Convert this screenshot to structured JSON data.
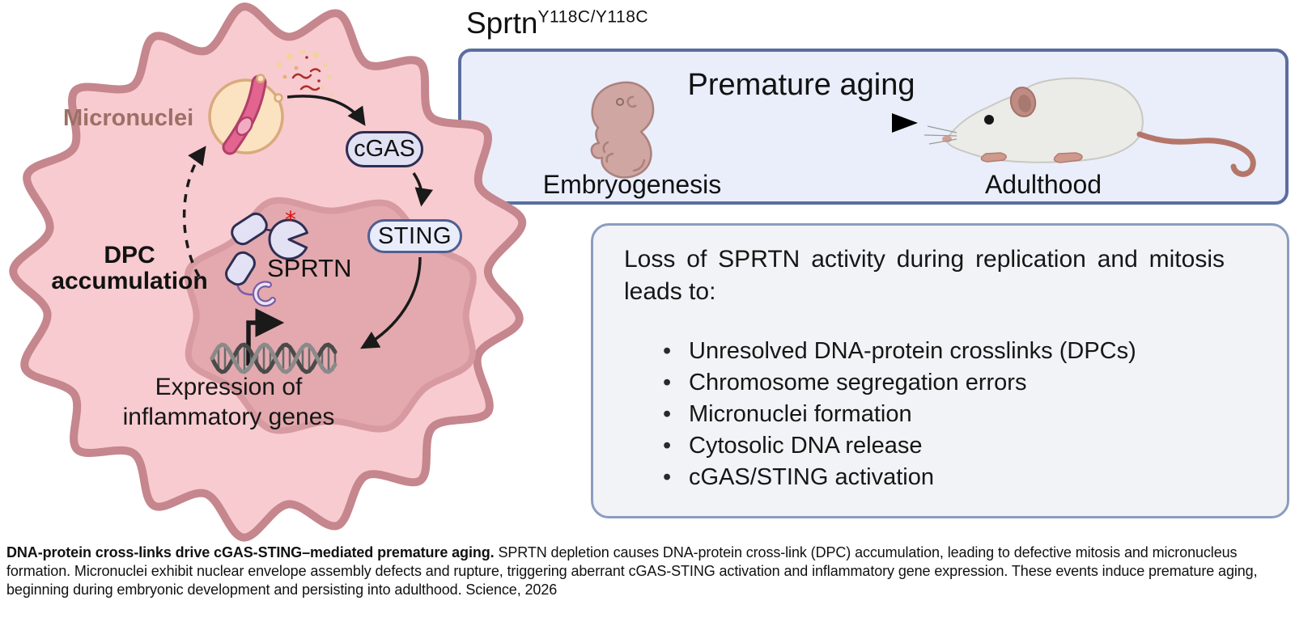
{
  "figure_title": {
    "gene": "Sprtn",
    "allele_superscript": "Y118C/Y118C"
  },
  "cell_panel": {
    "micronuclei_label": "Micronuclei",
    "dpc_label": [
      "DPC",
      "accumulation"
    ],
    "sprtn_label": "SPRTN",
    "cgas_pill": "cGAS",
    "sting_pill": "STING",
    "expression_label": [
      "Expression of",
      "inflammatory genes"
    ]
  },
  "aging_panel": {
    "heading": "Premature aging",
    "stage_start": "Embryogenesis",
    "stage_end": "Adulthood"
  },
  "consequences_panel": {
    "intro": "Loss of SPRTN activity during replication and mitosis leads to:",
    "bullets": [
      "Unresolved DNA-protein crosslinks (DPCs)",
      "Chromosome segregation errors",
      "Micronuclei formation",
      "Cytosolic DNA release",
      "cGAS/STING activation"
    ]
  },
  "caption": {
    "bold_lead": "DNA-protein cross-links drive cGAS-STING–mediated premature aging.",
    "body": " SPRTN depletion causes DNA-protein cross-link (DPC) accumulation, leading to defective mitosis and micronucleus formation. Micronuclei exhibit nuclear envelope assembly defects and rupture, triggering aberrant cGAS-STING activation and inflammatory gene expression. These events induce premature aging, beginning during embryonic development and persisting into adulthood. Science, 2026"
  },
  "colors": {
    "cell_fill": "#f8cbd0",
    "cell_border": "#c5868d",
    "nucleus_fill": "#e3a9ae",
    "nucleus_border": "#d79aa1",
    "micronucleus_fill": "#fbe3c2",
    "micronucleus_border": "#d9aa7c",
    "protein_fill": "#e2e2f4",
    "protein_border": "#2e2e54",
    "mutation_asterisk": "#e01010",
    "aging_panel_fill": "#e9eefa",
    "aging_panel_border": "#5b6da0",
    "consequences_panel_fill": "#f2f3f6",
    "consequences_panel_border": "#8b9cc0"
  }
}
